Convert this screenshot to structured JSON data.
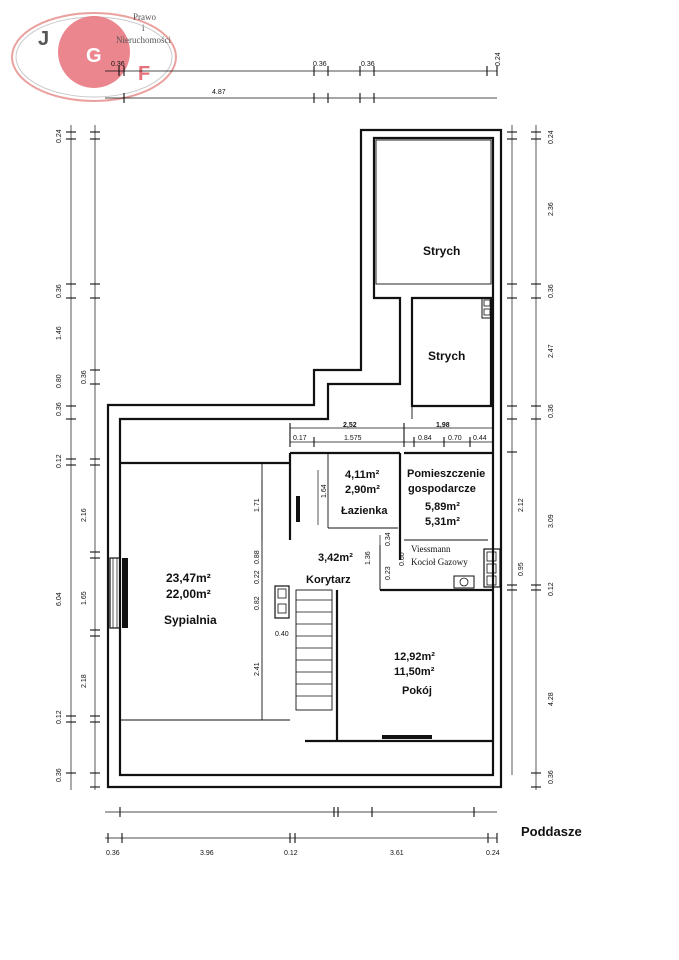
{
  "logo": {
    "letters": [
      "J",
      "G",
      "F"
    ],
    "text_line1": "Prawo",
    "text_line2": "i",
    "text_line3": "Nieruchomości",
    "colors": {
      "ring": "#d9534f",
      "circle": "#e8707a",
      "text": "#666666"
    }
  },
  "title": "Poddasze",
  "rooms": {
    "strych_top": {
      "name": "Strych"
    },
    "strych_bottom": {
      "name": "Strych"
    },
    "lazienka": {
      "area1": "4,11m²",
      "area2": "2,90m²",
      "name": "Łazienka"
    },
    "pomieszczenie": {
      "name1": "Pomieszczenie",
      "name2": "gospodarcze",
      "area1": "5,89m²",
      "area2": "5,31m²"
    },
    "sypialnia": {
      "area1": "23,47m²",
      "area2": "22,00m²",
      "name": "Sypialnia"
    },
    "korytarz": {
      "area": "3,42m²",
      "name": "Korytarz"
    },
    "pokoj": {
      "area1": "12,92m²",
      "area2": "11,50m²",
      "name": "Pokój"
    },
    "boiler": {
      "line1": "Viessmann",
      "line2": "Kocioł Gazowy"
    }
  },
  "dimensions": {
    "top_row": [
      "0.36",
      "0.36",
      "0.36",
      "0.24"
    ],
    "top_span": "4.87",
    "bottom_row": [
      "0.36",
      "3.96",
      "0.12",
      "3.61",
      "0.24"
    ],
    "left_col": [
      "0.24",
      "0.36",
      "1.46",
      "0.36",
      "0.80",
      "0.36",
      "0.12",
      "2.16",
      "6.04",
      "1.65",
      "2.18",
      "0.12",
      "0.36"
    ],
    "right_col": [
      "0.24",
      "2.36",
      "0.36",
      "2.47",
      "0.36",
      "2.12",
      "3.09",
      "0.95",
      "0.12",
      "4.28",
      "0.36"
    ],
    "inner_row1": [
      "2,52",
      "1,98"
    ],
    "inner_row2": [
      "0.17",
      "1.575",
      "0.84",
      "0.70",
      "0.44"
    ],
    "interior": [
      "1.71",
      "0.88",
      "0.22",
      "0.82",
      "2.41",
      "0.40",
      "1.64",
      "1.36",
      "0.34",
      "0.60",
      "0.23"
    ]
  }
}
